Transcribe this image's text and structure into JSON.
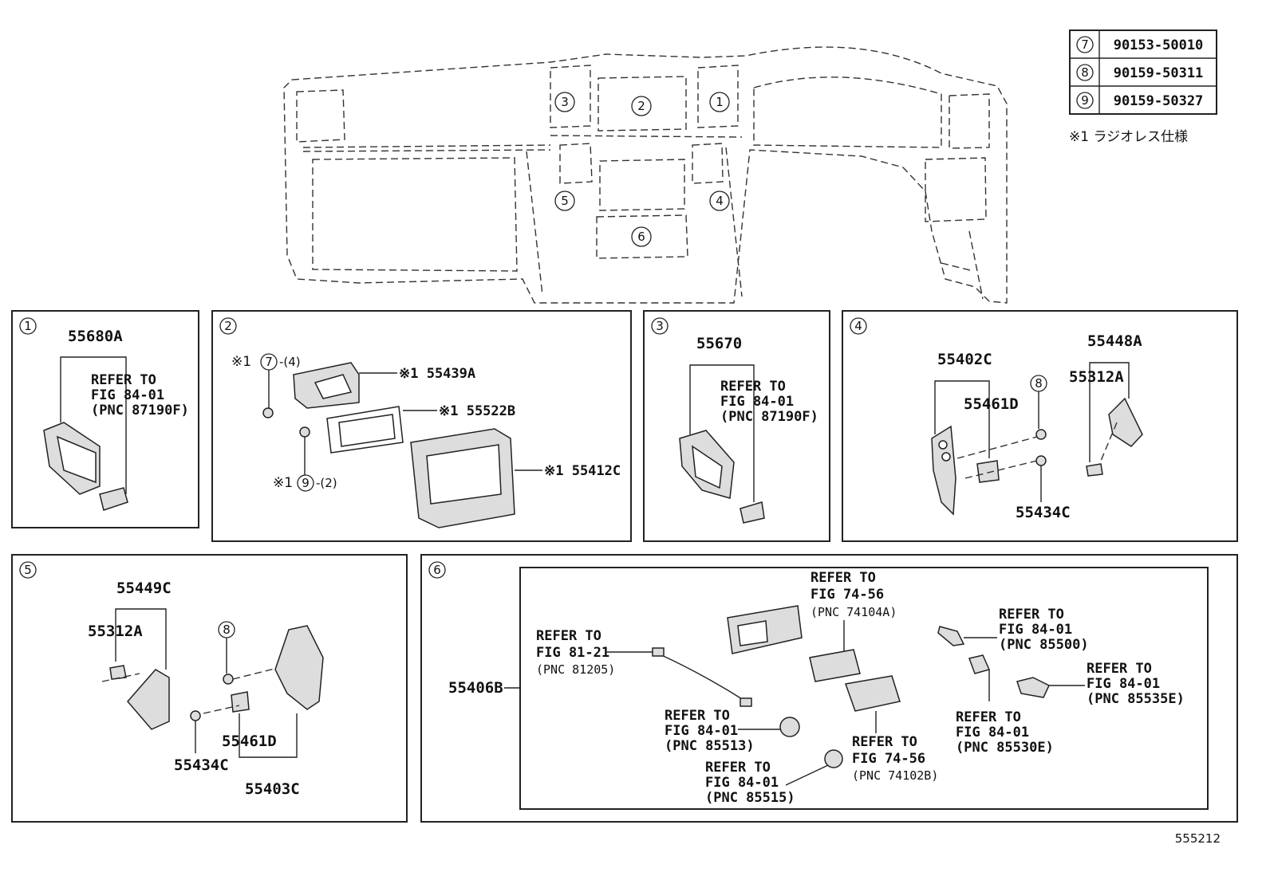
{
  "legend": [
    {
      "key": "7",
      "part": "90153-50010"
    },
    {
      "key": "8",
      "part": "90159-50311"
    },
    {
      "key": "9",
      "part": "90159-50327"
    }
  ],
  "note": "※1 ラジオレス仕様",
  "figure_id": "555212",
  "overview_callouts": [
    "1",
    "2",
    "3",
    "4",
    "5",
    "6"
  ],
  "panel1": {
    "key": "1",
    "part": "55680A",
    "ref": [
      "REFER TO",
      "FIG 84-01",
      "(PNC 87190F)"
    ]
  },
  "panel2": {
    "key": "2",
    "fastener_top": {
      "mark": "※1",
      "key": "7",
      "qty": "-(4)"
    },
    "fastener_bottom": {
      "mark": "※1",
      "key": "9",
      "qty": "-(2)"
    },
    "p1": "※1 55439A",
    "p2": "※1 55522B",
    "p3": "※1 55412C"
  },
  "panel3": {
    "key": "3",
    "part": "55670",
    "ref": [
      "REFER TO",
      "FIG 84-01",
      "(PNC 87190F)"
    ]
  },
  "panel4": {
    "key": "4",
    "p1": "55402C",
    "p2": "55461D",
    "p3": "55434C",
    "p4": "55448A",
    "p5": "55312A",
    "fastener": "8"
  },
  "panel5": {
    "key": "5",
    "p1": "55449C",
    "p2": "55312A",
    "p3": "55434C",
    "p4": "55461D",
    "p5": "55403C",
    "fastener": "8"
  },
  "panel6": {
    "key": "6",
    "part": "55406B",
    "r1": [
      "REFER TO",
      "FIG 74-56",
      "(PNC 74104A)"
    ],
    "r2": [
      "REFER TO",
      "FIG 81-21",
      "(PNC 81205)"
    ],
    "r3": [
      "REFER TO",
      "FIG 84-01",
      "(PNC 85500)"
    ],
    "r4": [
      "REFER TO",
      "FIG 84-01",
      "(PNC 85535E)"
    ],
    "r5": [
      "REFER TO",
      "FIG 84-01",
      "(PNC 85513)"
    ],
    "r6": [
      "REFER TO",
      "FIG 74-56",
      "(PNC 74102B)"
    ],
    "r7": [
      "REFER TO",
      "FIG 84-01",
      "(PNC 85530E)"
    ],
    "r8": [
      "REFER TO",
      "FIG 84-01",
      "(PNC 85515)"
    ]
  }
}
